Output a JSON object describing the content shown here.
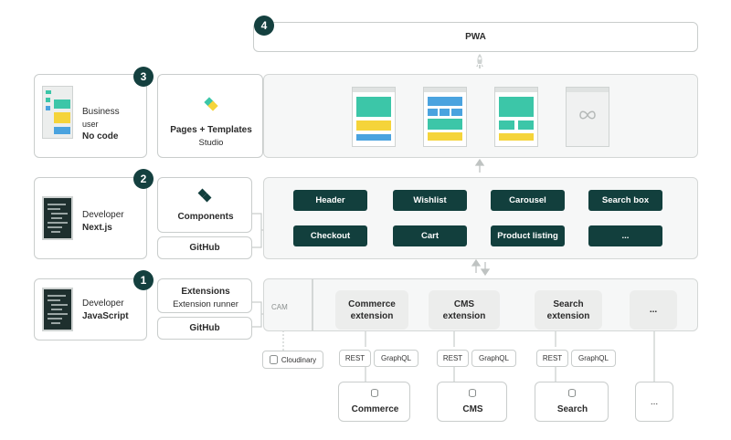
{
  "top": {
    "badge": "4",
    "title": "PWA"
  },
  "rows": {
    "business": {
      "badge": "3",
      "role": "Business",
      "sub": "user",
      "tool": "No code",
      "product_title": "Pages + Templates",
      "product_sub": "Studio"
    },
    "developer_next": {
      "badge": "2",
      "role": "Developer",
      "tool": "Next.js",
      "product_title": "Components",
      "source": "GitHub",
      "components": [
        "Header",
        "Wishlist",
        "Carousel",
        "Search box",
        "Checkout",
        "Cart",
        "Product listing",
        "..."
      ]
    },
    "developer_js": {
      "badge": "1",
      "role": "Developer",
      "tool": "JavaScript",
      "product_title": "Extensions",
      "product_sub": "Extension runner",
      "source": "GitHub",
      "cam": "CAM",
      "cloudinary": "Cloudinary",
      "extensions": [
        {
          "line1": "Commerce",
          "line2": "extension"
        },
        {
          "line1": "CMS",
          "line2": "extension"
        },
        {
          "line1": "Search",
          "line2": "extension"
        },
        {
          "line1": "...",
          "line2": ""
        }
      ],
      "api_labels": [
        "REST",
        "GraphQL"
      ],
      "backends": [
        "Commerce",
        "CMS",
        "Search",
        "..."
      ]
    }
  },
  "colors": {
    "dark_teal": "#123f3d",
    "teal": "#3cc6a8",
    "yellow": "#f5d43a",
    "blue": "#4aa3df"
  },
  "icons": [
    "rocket-icon",
    "layout-icon",
    "code-icon",
    "diamond-logo-icon",
    "database-icon",
    "infinity-icon"
  ]
}
